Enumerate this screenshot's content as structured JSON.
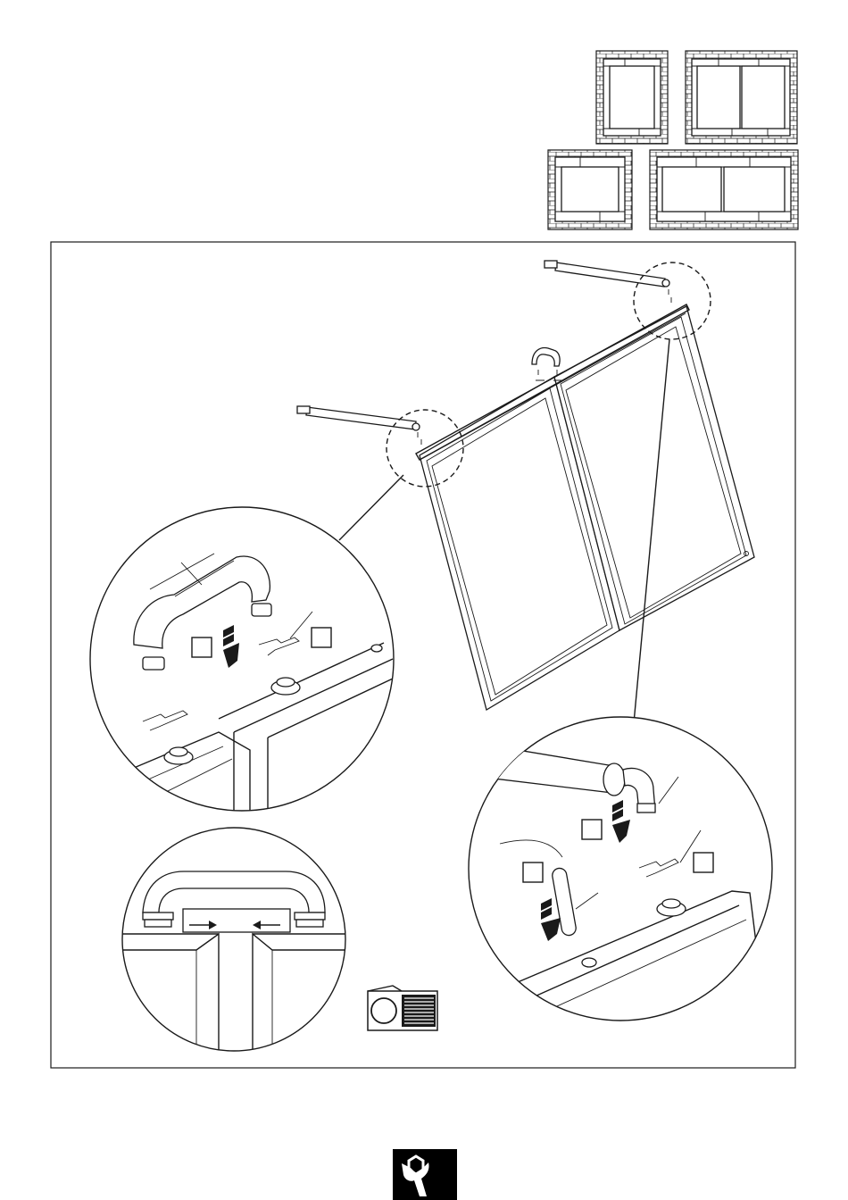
{
  "page": {
    "background": "#ffffff",
    "line_color": "#1a1a1a"
  },
  "layout_thumbnails": [
    {
      "name": "single-vertical-panel"
    },
    {
      "name": "double-vertical-panels"
    },
    {
      "name": "single-horizontal-panel"
    },
    {
      "name": "double-horizontal-panels"
    }
  ],
  "callout_boxes": [
    {
      "name": "callout-box-a"
    },
    {
      "name": "callout-box-b"
    },
    {
      "name": "callout-box-c"
    },
    {
      "name": "callout-box-d"
    },
    {
      "name": "callout-box-e"
    }
  ],
  "icons": {
    "manual": "open-manual-icon",
    "tools": "wrench-nut-icon"
  }
}
